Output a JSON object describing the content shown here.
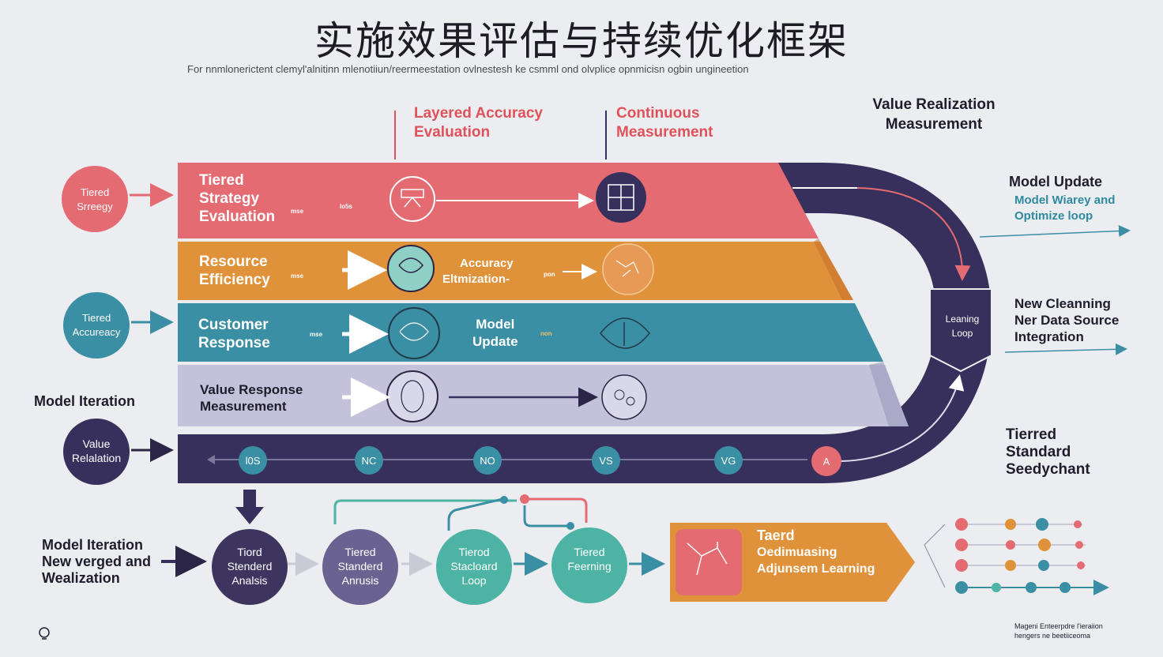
{
  "title": "实施效果评估与持续优化框架",
  "subtitle": "For nnmlonerictent clemyl'alnitinn mlenotiiun/reermeestation ovlnestesh ke csmml ond olvplice opnmicisn ogbin ungineetion",
  "headers": {
    "layered": [
      "Layered  Accuracy",
      "Evaluation"
    ],
    "continuous": [
      "Continuous",
      "Measurement"
    ],
    "value_realization": [
      "Value Realization",
      "Measurement"
    ]
  },
  "bands": [
    {
      "label": [
        "Tiered",
        "Strategy",
        "Evaluation"
      ],
      "tag1": "mse",
      "tag2": "lo5s"
    },
    {
      "label": [
        "Resource",
        "Efficiency"
      ],
      "tag1": "mse",
      "mid": [
        "Accuracy",
        "Eltmization-"
      ],
      "tag2": "pon"
    },
    {
      "label": [
        "Customer",
        "Response"
      ],
      "tag1": "mse",
      "mid": [
        "Model",
        "Update"
      ],
      "tag2": "non"
    },
    {
      "label": [
        "Value Response",
        "Measurement"
      ]
    }
  ],
  "left_circles": [
    {
      "label": [
        "Tiered",
        "Srreegy"
      ]
    },
    {
      "label": [
        "Tiered",
        "Accureacy"
      ]
    },
    {
      "label": [
        "Value",
        "Relalation"
      ]
    }
  ],
  "model_iteration_label": "Model Iteration",
  "timeline_pills": [
    "l0S",
    "NC",
    "NO",
    "VS",
    "VG",
    "A"
  ],
  "right": {
    "model_update_title": "Model Update",
    "model_update_sub": [
      "Model Wiarey and",
      "Optimize loop"
    ],
    "learning_loop": [
      "Leaning",
      "Loop"
    ],
    "new_cleaning": [
      "New Cleanning",
      "Ner Data Source",
      "Integration"
    ],
    "tiered_standard": [
      "Tierred",
      "Standard",
      "Seedychant"
    ]
  },
  "bottom": {
    "left_label": [
      "Model Iteration",
      "New verged and",
      "Wealization"
    ],
    "nodes": [
      {
        "label": [
          "Tiord",
          "Stenderd",
          "Analsis"
        ],
        "color": "#3d3560"
      },
      {
        "label": [
          "Tiered",
          "Standerd",
          "Anrusis"
        ],
        "color": "#6a6391"
      },
      {
        "label": [
          "Tierod",
          "Stacloard",
          "Loop"
        ],
        "color": "#4db3a4"
      },
      {
        "label": [
          "Tiered",
          "Feerning"
        ],
        "color": "#4db3a4"
      }
    ],
    "orange_box": [
      "Taerd",
      "Oedimuasing",
      "Adjunsem Learning"
    ],
    "footnote": [
      "Mageni Enteerpdre l'ieraiion",
      "hengers ne beetiiceoma"
    ]
  },
  "colors": {
    "red": "#e46b72",
    "orange": "#e0923a",
    "teal": "#3a8fa4",
    "lavender": "#c3c2da",
    "navy": "#372f5c"
  }
}
